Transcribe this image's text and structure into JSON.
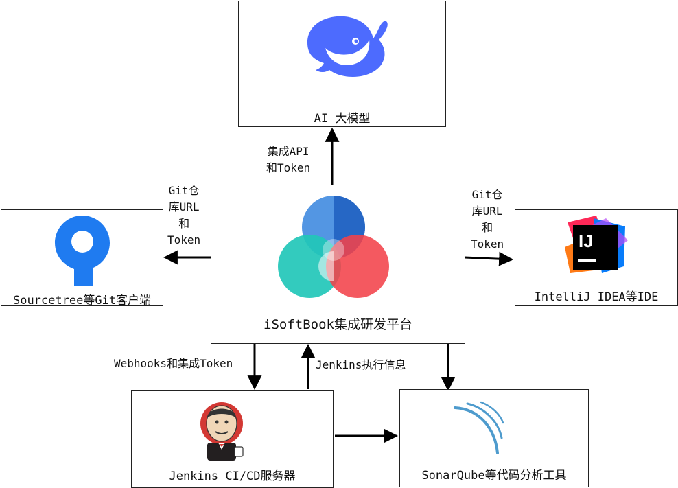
{
  "nodes": {
    "ai": {
      "label": "AI 大模型",
      "icon": "deepseek-whale-icon"
    },
    "center": {
      "label": "iSoftBook集成研发平台",
      "icon": "isoftbook-circles-logo"
    },
    "sourcetree": {
      "label": "Sourcetree等Git客户端",
      "icon": "sourcetree-icon"
    },
    "intellij": {
      "label": "IntelliJ IDEA等IDE",
      "icon": "intellij-icon"
    },
    "jenkins": {
      "label": "Jenkins CI/CD服务器",
      "icon": "jenkins-icon"
    },
    "sonar": {
      "label": "SonarQube等代码分析工具",
      "icon": "sonarqube-icon"
    }
  },
  "edges": {
    "to_ai": [
      "集成API",
      "和Token"
    ],
    "to_sourcetree": [
      "Git仓",
      "库URL",
      "和",
      "Token"
    ],
    "to_intellij": [
      "Git仓",
      "库URL",
      "和",
      "Token"
    ],
    "to_jenkins": "Webhooks和集成Token",
    "from_jenkins": "Jenkins执行信息"
  },
  "colors": {
    "deepseek": "#4D6BFE",
    "sourcetree": "#1F7BF0",
    "isoftbook_blue": "#4A90E2",
    "isoftbook_teal": "#22C7B8",
    "isoftbook_red": "#F2424A",
    "sonar": "#4E9BCD",
    "jenkins_red": "#D33833"
  }
}
